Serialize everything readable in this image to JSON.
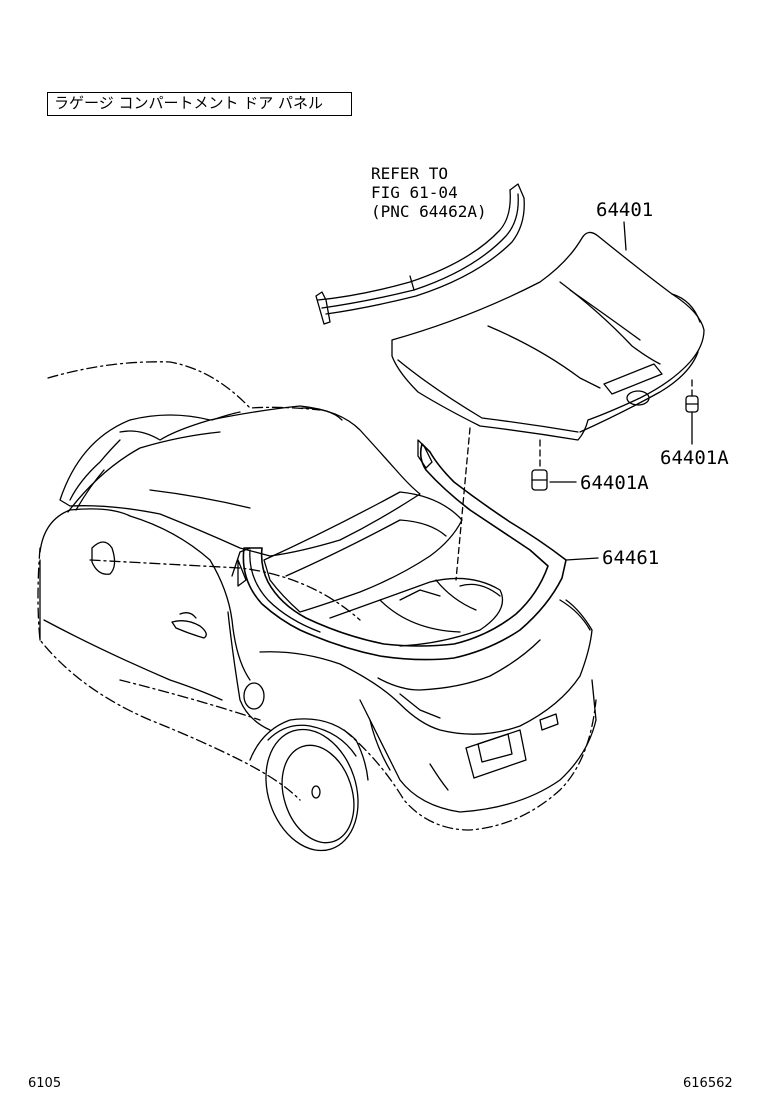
{
  "diagram": {
    "title": "ラゲージ コンパートメント ドア パネル",
    "note": {
      "line1": "REFER TO",
      "line2": "FIG 61-04",
      "line3": "(PNC 64462A)"
    },
    "parts": [
      {
        "number": "64401",
        "name": "luggage-door-panel"
      },
      {
        "number": "64401A",
        "name": "cushion-right"
      },
      {
        "number": "64401A",
        "name": "cushion-center"
      },
      {
        "number": "64461",
        "name": "weatherstrip"
      }
    ],
    "footer": {
      "left": "6105",
      "right": "616562"
    }
  }
}
